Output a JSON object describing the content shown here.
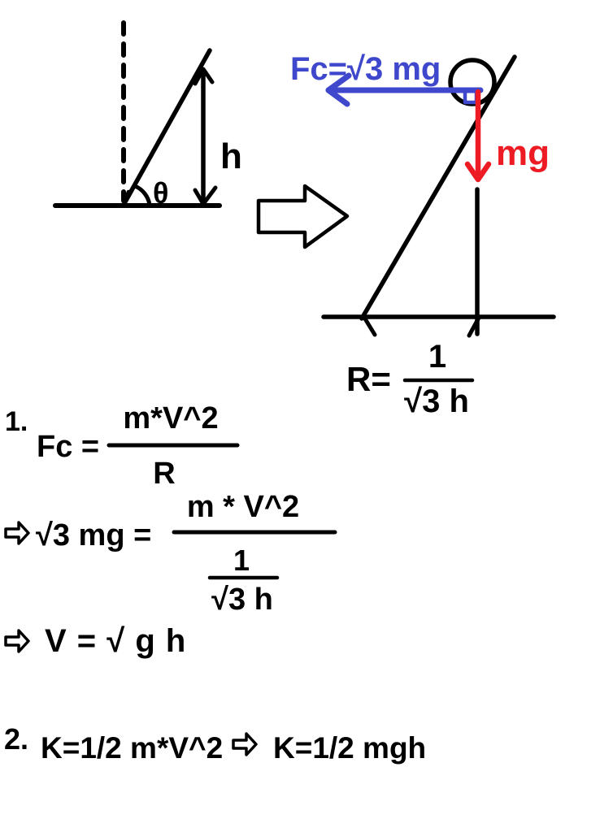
{
  "colors": {
    "ink": "#000000",
    "force_blue": "#3f48cc",
    "weight_red": "#ed1c24",
    "background": "#ffffff"
  },
  "left_diagram": {
    "height_label": "h",
    "angle_label": "θ"
  },
  "right_diagram": {
    "centripetal_force_label": "Fc=√3 mg",
    "weight_label": "mg",
    "radius_label": "R=",
    "radius_numerator": "1",
    "radius_denominator": "√3 h"
  },
  "work": {
    "step1": {
      "number": "1.",
      "lhs": "Fc =",
      "numerator": "m*V^2",
      "denominator": "R"
    },
    "step2": {
      "lhs": "√3 mg =",
      "numerator": "m * V^2",
      "inner_numerator": "1",
      "inner_denominator": "√3 h"
    },
    "step3": {
      "equation": "V = √ g h"
    },
    "step4": {
      "number": "2.",
      "kinetic_equation": "K=1/2 m*V^2",
      "result_equation": "K=1/2 mgh"
    }
  }
}
